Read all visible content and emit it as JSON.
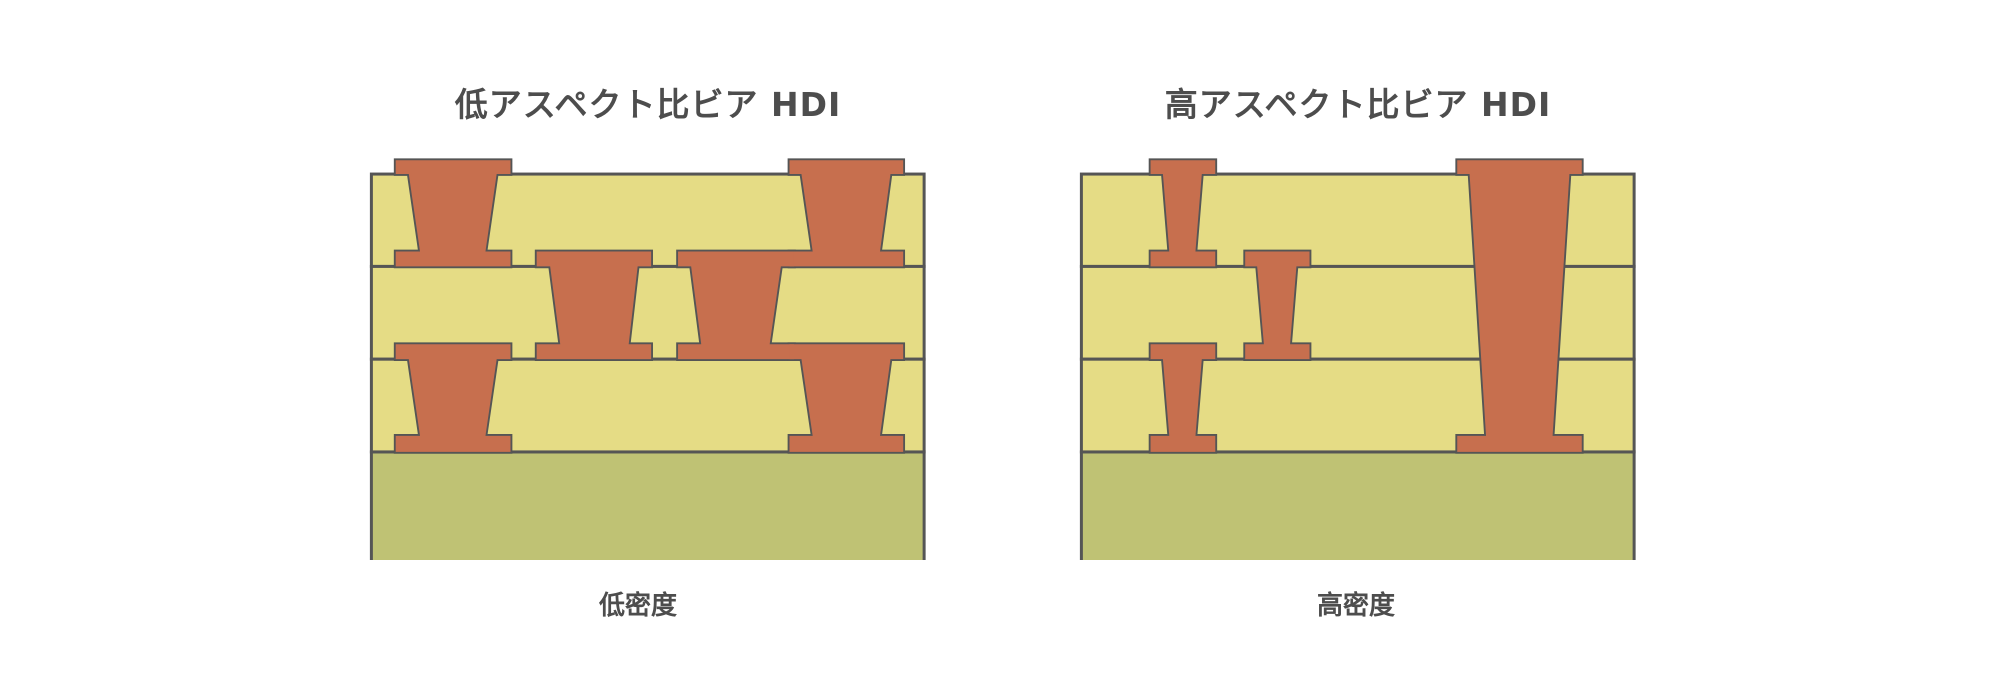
{
  "left": {
    "title": "低アスペクト比ビア HDI",
    "label": "低密度"
  },
  "right": {
    "title": "高アスペクト比ビア HDI",
    "label": "高密度"
  },
  "colors": {
    "dielectric": "#e5dc85",
    "copper": "#c76f4e",
    "core": "#bfc274",
    "outline": "#555555",
    "text": "#4d4d4d"
  }
}
